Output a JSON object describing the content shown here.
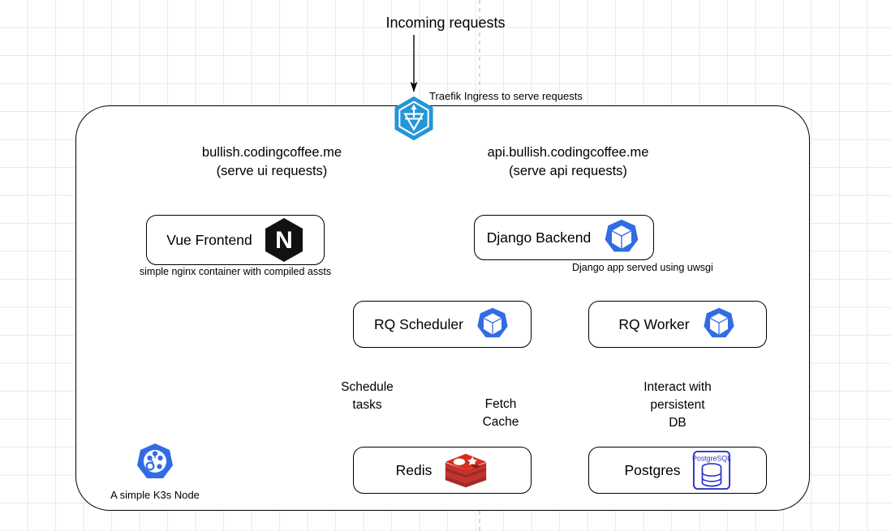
{
  "diagram": {
    "title": "Incoming requests",
    "traefik_caption": "Traefik Ingress to serve requests",
    "cluster_caption": "A simple K3s Node"
  },
  "routes": {
    "ui": "bullish.codingcoffee.me\n(serve ui requests)",
    "api": "api.bullish.codingcoffee.me\n(serve api requests)"
  },
  "nodes": {
    "vue_frontend": {
      "label": "Vue Frontend",
      "icon": "nginx-icon"
    },
    "django_backend": {
      "label": "Django Backend",
      "icon": "kubernetes-pod-icon"
    },
    "rq_scheduler": {
      "label": "RQ Scheduler",
      "icon": "kubernetes-pod-icon"
    },
    "rq_worker": {
      "label": "RQ Worker",
      "icon": "kubernetes-pod-icon"
    },
    "redis": {
      "label": "Redis",
      "icon": "redis-icon"
    },
    "postgres": {
      "label": "Postgres",
      "icon": "postgresql-icon"
    }
  },
  "captions": {
    "frontend": "simple nginx container with compiled assts",
    "backend": "Django app served using uwsgi"
  },
  "edge_labels": {
    "schedule_tasks": "Schedule\ntasks",
    "fetch_cache": "Fetch\nCache",
    "interact_db": "Interact with\npersistent\nDB"
  },
  "icon_text": {
    "nginx_letter": "N",
    "postgres_label": "PostgreSQL"
  },
  "colors": {
    "traefik_blue": "#2496d6",
    "kubernetes_blue": "#326ce5",
    "nginx_black": "#111111",
    "redis_red": "#c6302b",
    "postgres_blue": "#336791",
    "grid_gray": "#e9e9e9",
    "stroke": "#000000"
  }
}
